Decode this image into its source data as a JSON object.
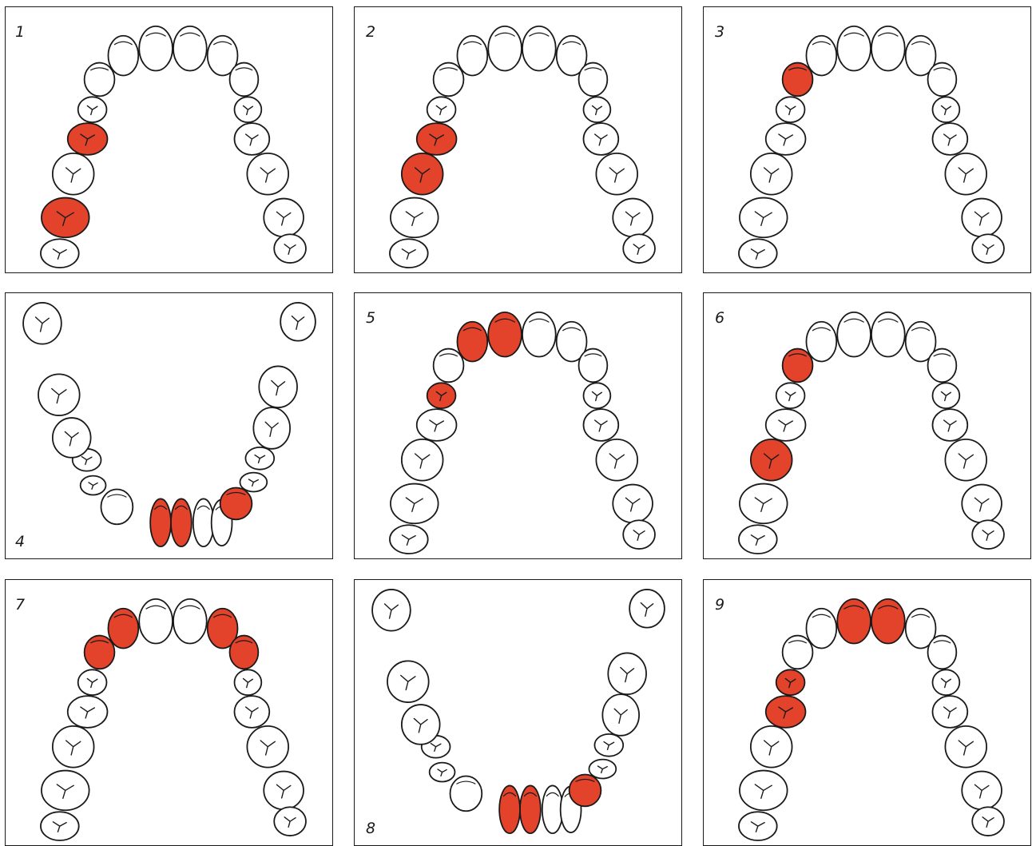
{
  "highlight_color": "#e2432a",
  "outline_color": "#1a1a1a",
  "panels": [
    {
      "label": "1",
      "arch": "upper",
      "highlighted": [
        "R4",
        "R6"
      ]
    },
    {
      "label": "2",
      "arch": "upper",
      "highlighted": [
        "R4",
        "R5"
      ]
    },
    {
      "label": "3",
      "arch": "upper",
      "highlighted": [
        "R2"
      ]
    },
    {
      "label": "4",
      "arch": "lower",
      "highlighted": [
        "R2",
        "L0",
        "L1"
      ]
    },
    {
      "label": "5",
      "arch": "upper",
      "highlighted": [
        "R0",
        "R1",
        "R3"
      ]
    },
    {
      "label": "6",
      "arch": "upper",
      "highlighted": [
        "R2",
        "R5"
      ]
    },
    {
      "label": "7",
      "arch": "upper",
      "highlighted": [
        "R1",
        "R2",
        "L1",
        "L2"
      ]
    },
    {
      "label": "8",
      "arch": "lower",
      "highlighted": [
        "R2",
        "L1",
        "L0"
      ]
    },
    {
      "label": "9",
      "arch": "upper",
      "highlighted": [
        "R0",
        "L0",
        "R3",
        "R4"
      ]
    }
  ]
}
